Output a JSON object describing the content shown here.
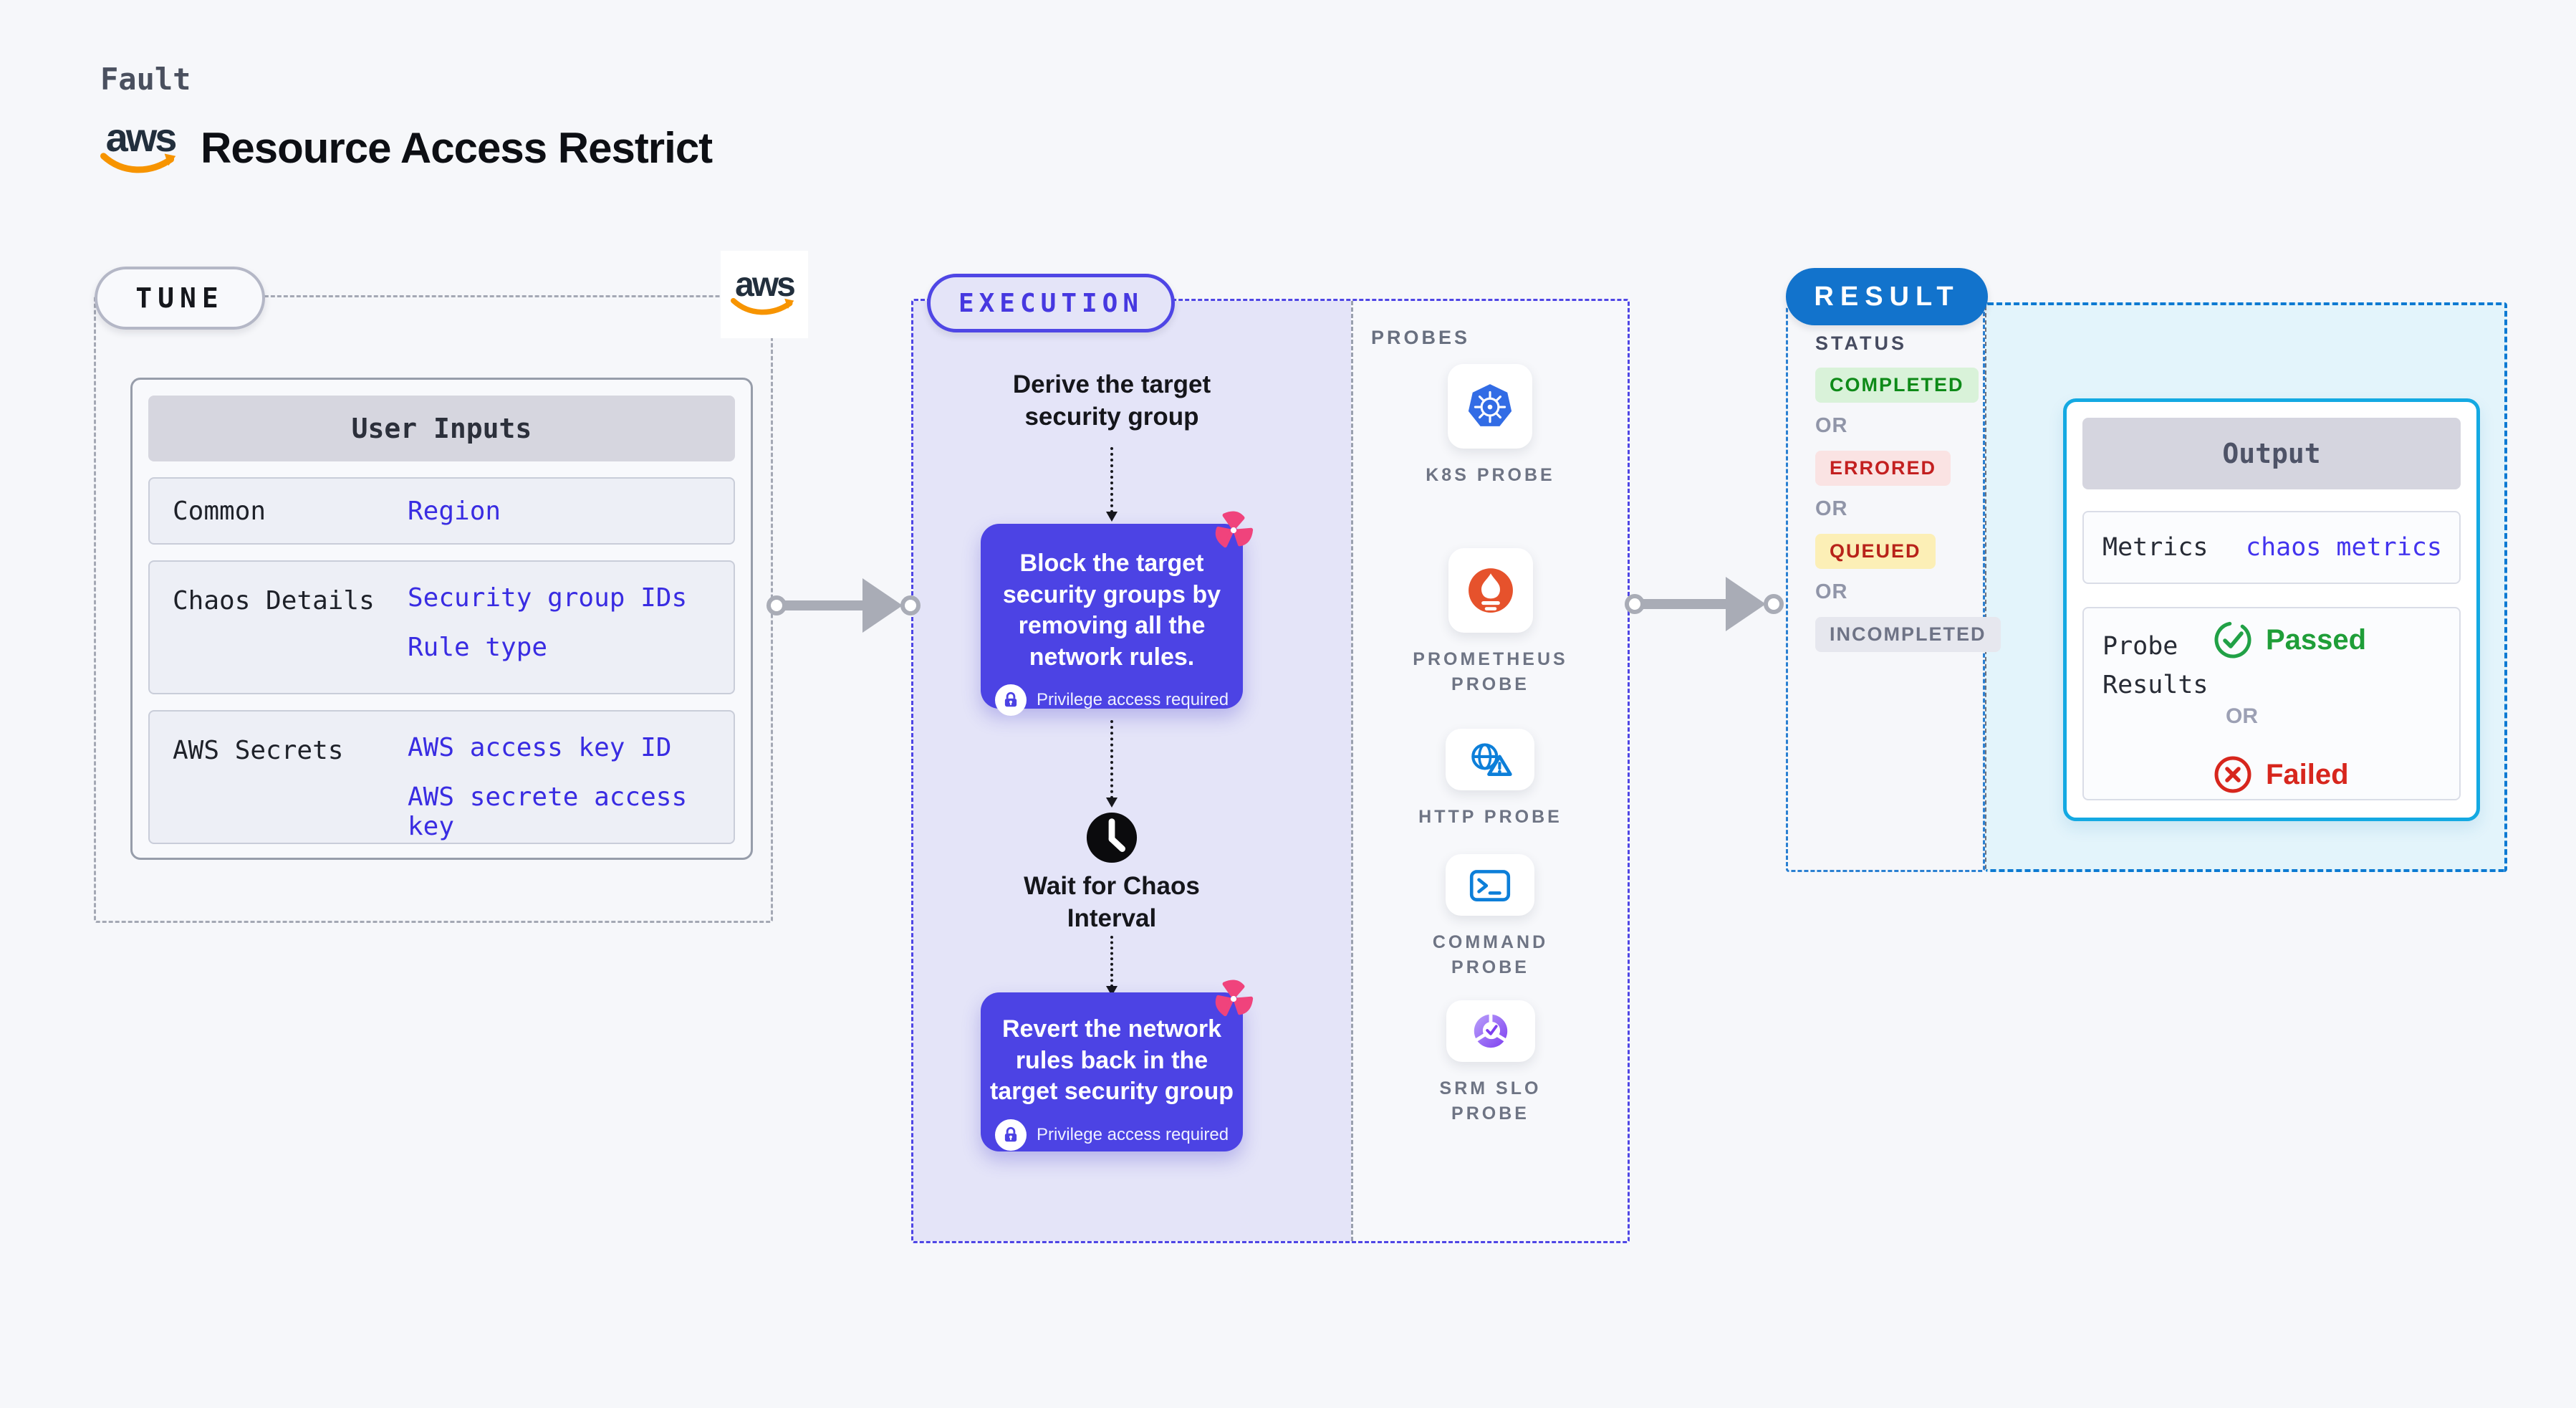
{
  "colors": {
    "page_bg": "#f6f7fa",
    "accent_indigo": "#4f46e5",
    "lavender_fill": "#e4e4f8",
    "result_blue": "#1273cc",
    "cyan_border": "#14a9e2",
    "cyan_fill": "#e3f4fb",
    "green": "#1f9e38",
    "red": "#d7261d",
    "aws_orange": "#f79400",
    "chaos_pink": "#f0437c",
    "value_indigo": "#392ce2",
    "completed_bg": "#d9f2d9",
    "completed_text": "#0e8a18",
    "errored_bg": "#fae3e3",
    "errored_text": "#c32020",
    "queued_bg": "#fcefb6",
    "queued_text": "#b8231a",
    "incompleted_bg": "#e6e7ee",
    "incompleted_text": "#6e7386",
    "k8s_blue": "#326ce5",
    "prometheus_orange": "#e6522c",
    "http_blue": "#0d7fd9",
    "srm_purple": "#7e3ff0"
  },
  "header": {
    "kicker": "Fault",
    "brand": "aws",
    "title": "Resource Access Restrict"
  },
  "tune": {
    "badge": "TUNE",
    "user_inputs": {
      "header": "User Inputs",
      "rows": [
        {
          "label": "Common",
          "values": [
            "Region"
          ]
        },
        {
          "label": "Chaos Details",
          "values": [
            "Security group IDs",
            "Rule type"
          ]
        },
        {
          "label": "AWS Secrets",
          "values": [
            "AWS access key ID",
            "AWS secrete access key"
          ]
        }
      ]
    }
  },
  "execution": {
    "badge": "EXECUTION",
    "derive_lines": [
      "Derive the target",
      "security group"
    ],
    "block_step": {
      "icon": "chaos-pinwheel-icon",
      "lines": [
        "Block the target",
        "security groups by",
        "removing all the",
        "network rules."
      ],
      "note": "Privilege access required"
    },
    "wait_step": {
      "icon": "clock-icon",
      "lines": [
        "Wait for Chaos",
        "Interval"
      ]
    },
    "revert_step": {
      "icon": "chaos-pinwheel-icon",
      "lines": [
        "Revert the network",
        "rules back in the",
        "target security group"
      ],
      "note": "Privilege access required"
    },
    "probes": {
      "label": "PROBES",
      "items": [
        {
          "icon": "k8s-icon",
          "lines": [
            "K8S PROBE"
          ]
        },
        {
          "icon": "prometheus-icon",
          "lines": [
            "PROMETHEUS",
            "PROBE"
          ]
        },
        {
          "icon": "http-icon",
          "lines": [
            "HTTP PROBE"
          ]
        },
        {
          "icon": "command-icon",
          "lines": [
            "COMMAND",
            "PROBE"
          ]
        },
        {
          "icon": "srm-slo-icon",
          "lines": [
            "SRM SLO",
            "PROBE"
          ]
        }
      ]
    }
  },
  "result": {
    "badge": "RESULT",
    "status": {
      "label": "STATUS",
      "separator": "OR",
      "items": [
        {
          "label": "COMPLETED"
        },
        {
          "label": "ERRORED"
        },
        {
          "label": "QUEUED"
        },
        {
          "label": "INCOMPLETED"
        }
      ]
    },
    "output": {
      "header": "Output",
      "metrics_label": "Metrics",
      "metrics_value": "chaos metrics",
      "probe_results_lines": [
        "Probe",
        "Results"
      ],
      "passed": "Passed",
      "separator": "OR",
      "failed": "Failed"
    }
  }
}
